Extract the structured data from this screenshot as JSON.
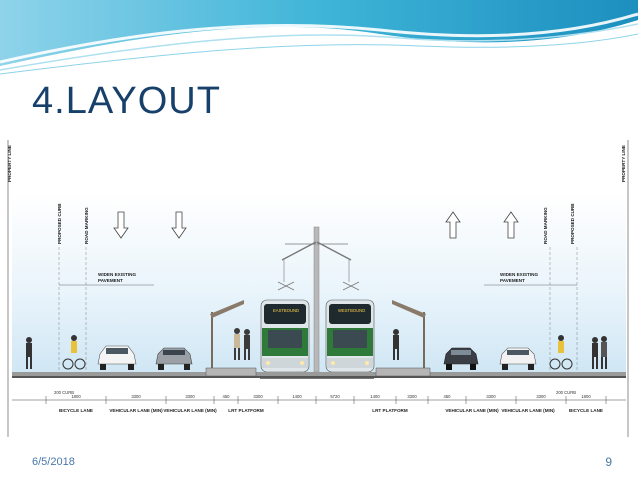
{
  "slide": {
    "title": "4.LAYOUT",
    "date": "6/5/2018",
    "page_number": "9"
  },
  "diagram": {
    "property_line_label": "PROPERTY LINE",
    "proposed_curb_label": "PROPOSED CURB",
    "road_marking_label": "ROAD MARKING",
    "widen_pavement_label_1": "WIDEN EXISTING",
    "widen_pavement_label_2": "PAVEMENT",
    "tram_left_label": "EASTBOUND",
    "tram_right_label": "WESTBOUND",
    "dimensions": [
      "1800",
      "3300",
      "3300",
      "450",
      "3300",
      "1400",
      "5720",
      "1400",
      "3300",
      "450",
      "3300",
      "3300",
      "1800"
    ],
    "curb_labels": [
      "200 CURB",
      "200 CURB"
    ],
    "lane_labels": [
      "BICYCLE LANE",
      "VEHICULAR LANE (MIN)",
      "VEHICULAR LANE (MIN)",
      "LRT PLATFORM",
      "LRT PLATFORM",
      "VEHICULAR LANE (MIN)",
      "VEHICULAR LANE (MIN)",
      "BICYCLE LANE"
    ],
    "colors": {
      "tram_green": "#2f7a3a",
      "tram_body": "#dfe6ea",
      "sky_top": "#cfe6f4",
      "sky_bottom": "#ffffff"
    }
  }
}
